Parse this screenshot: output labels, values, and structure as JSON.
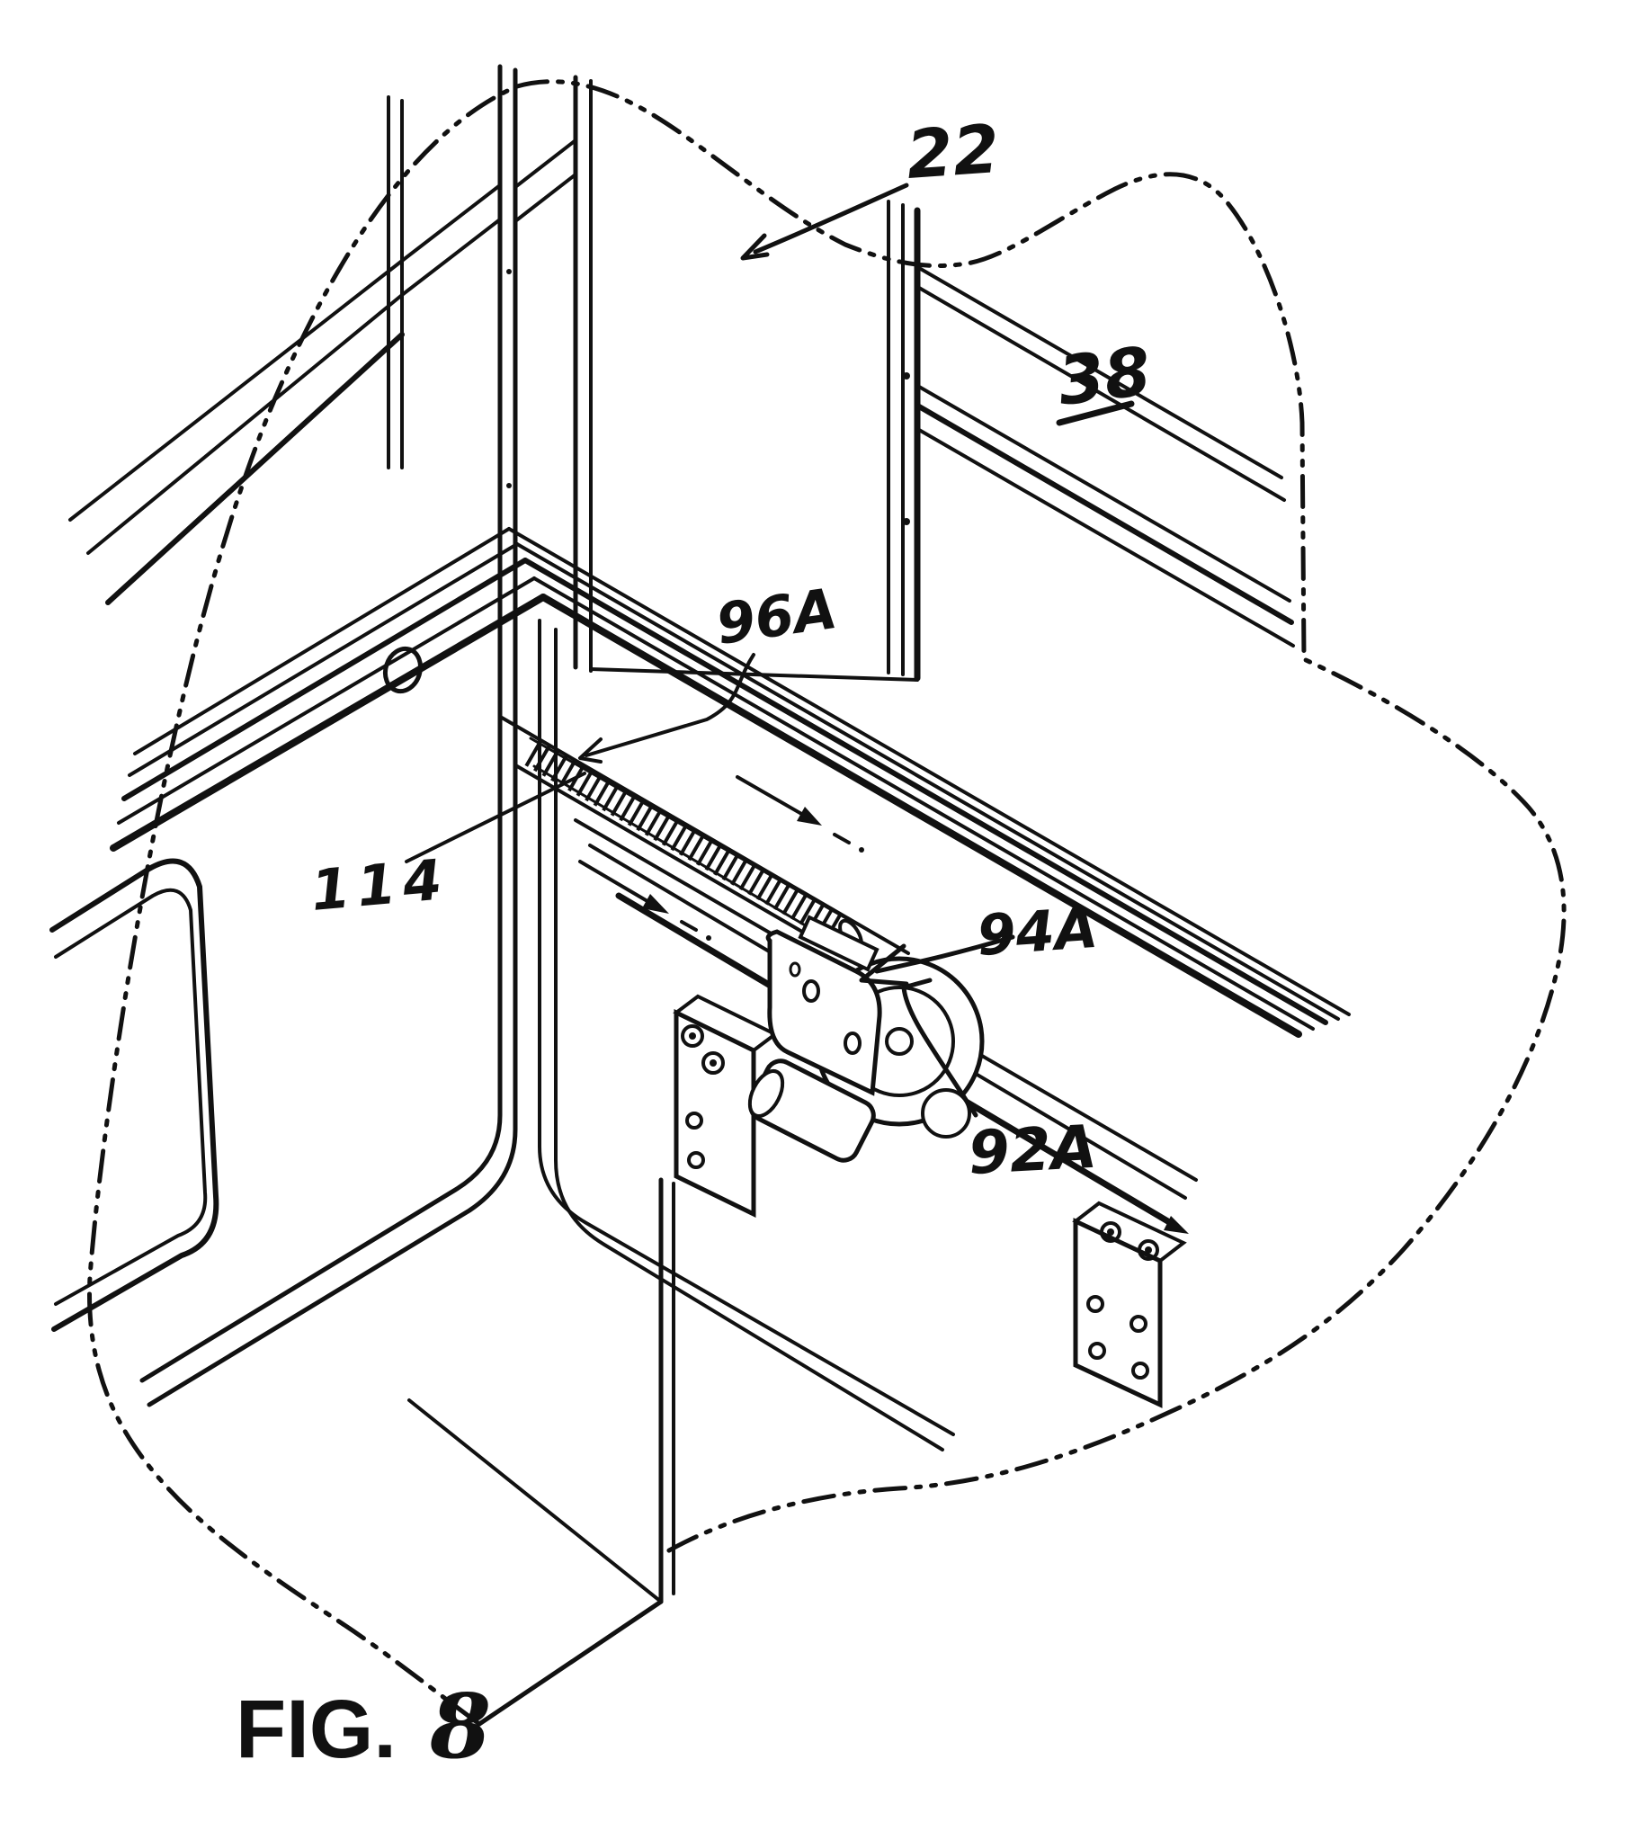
{
  "figure": {
    "caption_prefix": "FIG.",
    "caption_number": "8",
    "type": "patent-line-drawing",
    "description": "Broken-away perspective view of a vehicle slide-out room corner with drive mechanism"
  },
  "labels": {
    "slide_out_room": "22",
    "main_wall": "38",
    "flexible_conduit": "96A",
    "conduit_channel": "114",
    "mounting_plate": "94A",
    "drive_assembly": "92A"
  },
  "colors": {
    "ink": "#111111",
    "background": "#ffffff"
  }
}
